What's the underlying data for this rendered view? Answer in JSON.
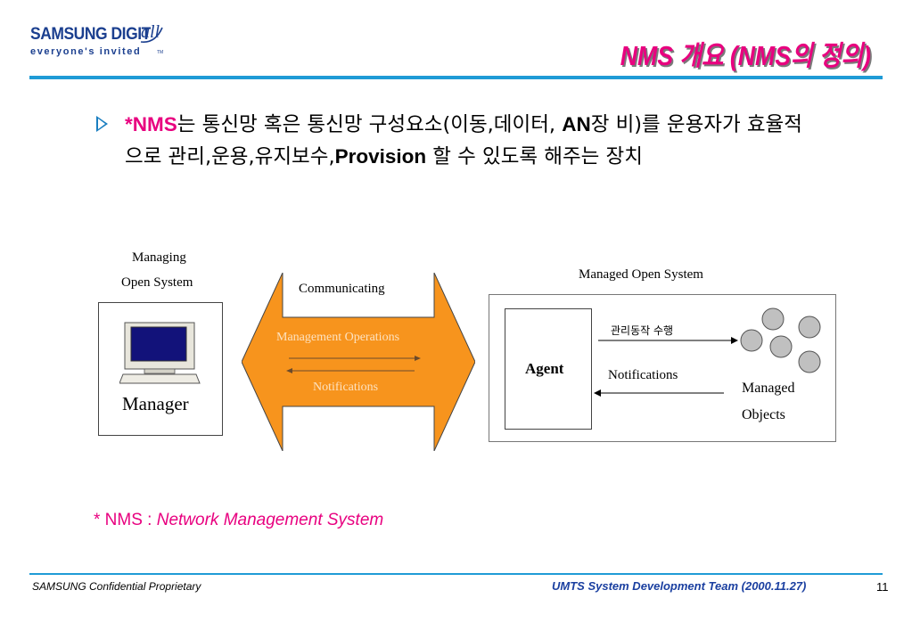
{
  "logo": {
    "brand": "SAMSUNG DIGIT",
    "brand_suffix": "all",
    "tagline": "everyone's invited",
    "tm": "TM"
  },
  "slide": {
    "title": "NMS 개요 (NMS의 정의)",
    "bullet": {
      "mark": "*NMS",
      "part1": "는 통신망 혹은 통신망 구성요소(이동,데이터, ",
      "an": "AN",
      "part2": "장 비)를 운용자가 효율적으로 관리,운용,유지보수,",
      "provision": "Provision",
      "part3": " 할 수 있도록 해주는 장치"
    }
  },
  "diagram": {
    "managing_label_line1": "Managing",
    "managing_label_line2": "Open System",
    "manager_label": "Manager",
    "communicating_label": "Communicating",
    "operations_label": "Management Operations",
    "notifications_center_label": "Notifications",
    "managed_system_label": "Managed Open System",
    "agent_label": "Agent",
    "operation_exec_label": "관리동작 수행",
    "notifications_right_label": "Notifications",
    "managed_objects_line1": "Managed",
    "managed_objects_line2": "Objects",
    "colors": {
      "arrow_fill": "#f7941d",
      "arrow_text": "#fde2c0",
      "object_fill": "#c0c0c0"
    }
  },
  "footnote": {
    "prefix": "* NMS : ",
    "expansion": "Network Management System"
  },
  "footer": {
    "confidential": "SAMSUNG Confidential  Proprietary",
    "team": "UMTS System Development Team (2000.11.27)",
    "page": "11"
  }
}
